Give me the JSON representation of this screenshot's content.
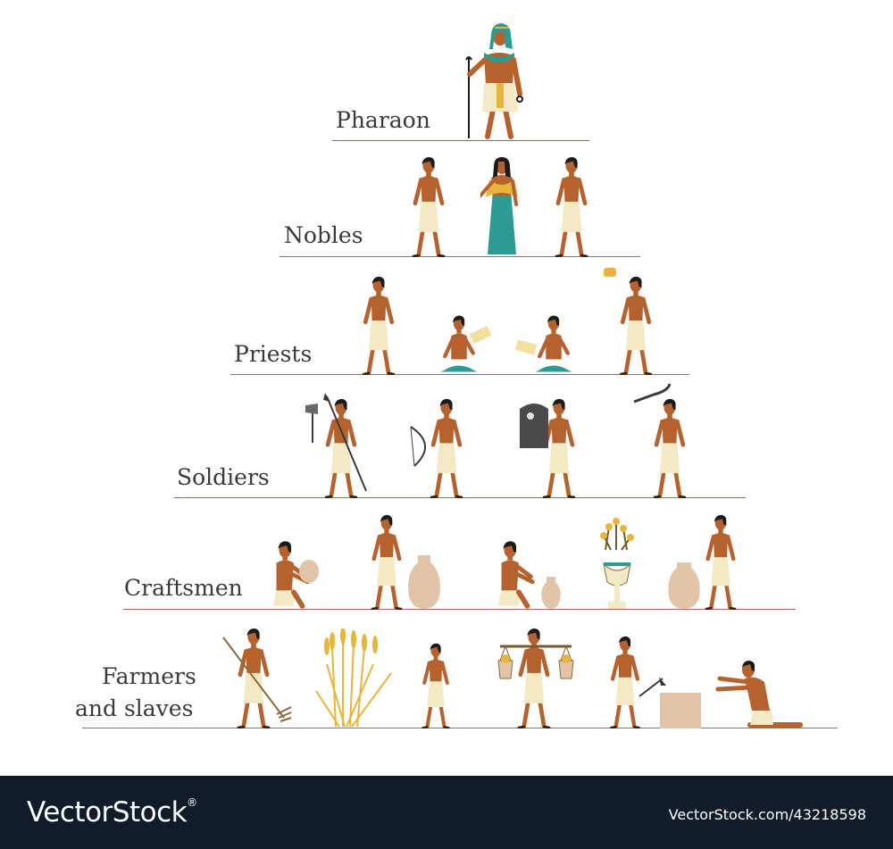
{
  "tiers": [
    {
      "label": "Pharaon"
    },
    {
      "label": "Nobles"
    },
    {
      "label": "Priests"
    },
    {
      "label": "Soldiers"
    },
    {
      "label": "Craftsmen"
    },
    {
      "label": "Farmers"
    },
    {
      "label": "and slaves"
    }
  ],
  "footer": {
    "logo_text": "VectorStock",
    "logo_mark": "®",
    "url": "VectorStock.com/43218598"
  },
  "colors": {
    "skin": "#b5622e",
    "hair": "#1b1b1b",
    "cloth": "#f3e9c4",
    "line": "#a7655c",
    "teal": "#2e9a94",
    "gold": "#e7b53b",
    "clay": "#e2c4a8",
    "footer": "#101c2a"
  }
}
